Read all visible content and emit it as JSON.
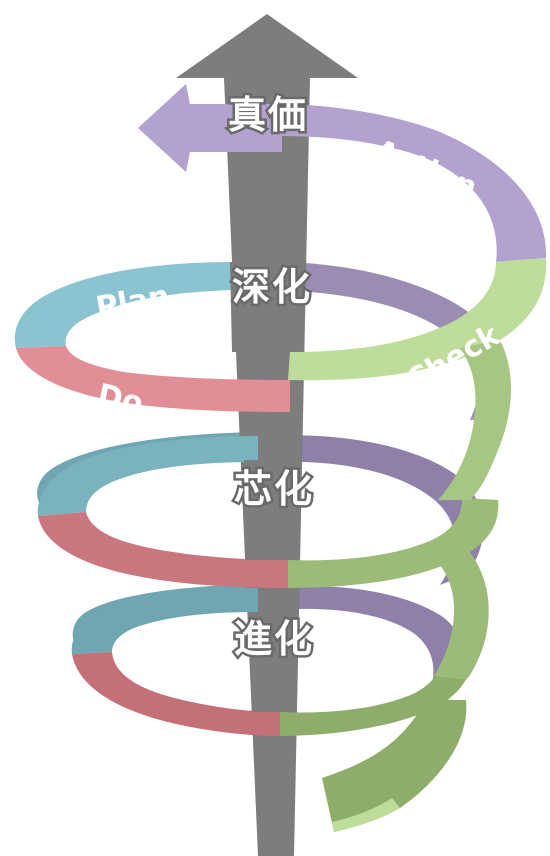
{
  "phases": {
    "plan": {
      "label": "Plan",
      "color": "#8bc4d0",
      "dark": "#5c9aa6"
    },
    "do": {
      "label": "Do",
      "color": "#e28e96",
      "dark": "#b8666f"
    },
    "check": {
      "label": "Check",
      "color": "#bedd9a",
      "dark": "#8fad6a"
    },
    "action": {
      "label": "Action",
      "color": "#b3a2cf",
      "dark": "#9585b0"
    }
  },
  "arrow": {
    "color": "#7d7d7d",
    "labels": {
      "top": "真価",
      "upper": "深化",
      "mid": "芯化",
      "lower": "進化"
    }
  }
}
